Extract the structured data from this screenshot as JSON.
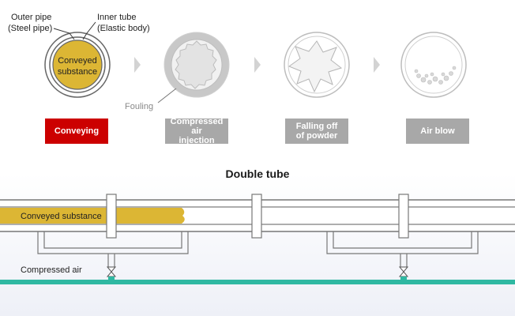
{
  "labels": {
    "outer_pipe": "Outer pipe",
    "outer_pipe_sub": "(Steel pipe)",
    "inner_tube": "Inner tube",
    "inner_tube_sub": "(Elastic body)",
    "conveyed_line1": "Conveyed",
    "conveyed_line2": "substance",
    "fouling": "Fouling"
  },
  "steps": [
    {
      "label_line1": "Conveying",
      "label_line2": "",
      "color": "#cc0000"
    },
    {
      "label_line1": "Compressed air",
      "label_line2": "injection",
      "color": "#a8a8a8"
    },
    {
      "label_line1": "Falling off",
      "label_line2": "of powder",
      "color": "#a8a8a8"
    },
    {
      "label_line1": "Air blow",
      "label_line2": "",
      "color": "#a8a8a8"
    }
  ],
  "diagram": {
    "title": "Double tube",
    "conveyed_substance": "Conveyed substance",
    "compressed_air": "Compressed air"
  },
  "colors": {
    "substance": "#dcb634",
    "air_line": "#2fb8a2",
    "active_step": "#cc0000",
    "inactive_step": "#a8a8a8"
  }
}
